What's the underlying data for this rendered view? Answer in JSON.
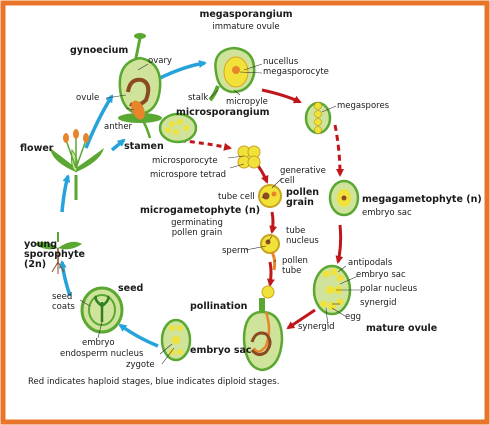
{
  "colors": {
    "frame": "#e8752a",
    "diploid_arrow": "#27a3dc",
    "haploid_arrow": "#c0171d",
    "plant_green": "#5aa832",
    "light_green": "#cfe49a",
    "yellow": "#f1e239",
    "brown": "#8b4a21",
    "orange": "#e8852a"
  },
  "labels": {
    "megasporangium": "megasporangium",
    "immature_ovule": "immature ovule",
    "gynoecium": "gynoecium",
    "ovary": "ovary",
    "ovule": "ovule",
    "nucellus": "nucellus",
    "megasporocyte": "megasporocyte",
    "stalk": "stalk",
    "micropyle": "micropyle",
    "megaspores": "megaspores",
    "anther": "anther",
    "microsporangium": "microsporangium",
    "flower": "flower",
    "stamen": "stamen",
    "microsporocyte": "microsporocyte",
    "microspore_tetrad": "microspore tetrad",
    "generative_cell": "generative cell",
    "tube_cell": "tube cell",
    "pollen_grain": "pollen grain",
    "megagametophyte": "megagametophyte (n)",
    "embryo_sac_top": "embryo sac",
    "microgametophyte": "microgametophyte (n)",
    "germinating": "germinating",
    "pollen_grain_lower": "pollen grain",
    "tube_nucleus": "tube nucleus",
    "sperm": "sperm",
    "pollen_tube": "pollen tube",
    "young_sporophyte": "young sporophyte (2n)",
    "antipodals": "antipodals",
    "embryo_sac_mid": "embryo sac",
    "polar_nucleus": "polar nucleus",
    "synergid_right": "synergid",
    "egg": "egg",
    "synergid_left": "synergid",
    "mature_ovule": "mature ovule",
    "seed": "seed",
    "seed_coats": "seed coats",
    "pollination": "pollination",
    "embryo": "embryo",
    "endosperm_nucleus": "endosperm nucleus",
    "zygote": "zygote",
    "embryo_sac_bottom": "embryo sac"
  },
  "caption": "Red indicates haploid stages, blue indicates diploid stages."
}
